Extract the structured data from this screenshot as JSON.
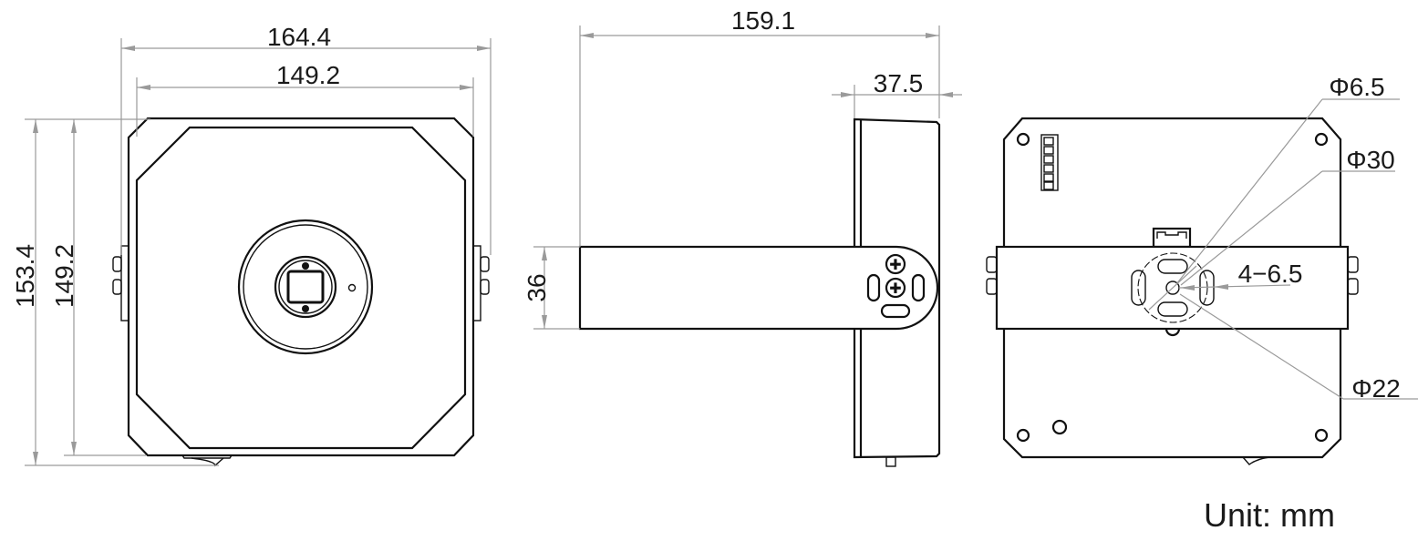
{
  "drawing": {
    "type": "technical-dimension-drawing",
    "unit_label": "Unit: mm",
    "views": [
      {
        "name": "front-view",
        "dimensions": {
          "overall_width": "164.4",
          "body_width": "149.2",
          "overall_height": "153.4",
          "body_height": "149.2"
        }
      },
      {
        "name": "side-view",
        "dimensions": {
          "overall_depth": "159.1",
          "body_depth": "37.5",
          "bracket_height": "36"
        }
      },
      {
        "name": "rear-view",
        "dimensions": {
          "center_hole": "Φ6.5",
          "bolt_circle": "Φ30",
          "slot_holes": "4-6.5",
          "inner_circle": "Φ22"
        }
      }
    ]
  },
  "labels": {
    "front_w_overall": "164.4",
    "front_w_body": "149.2",
    "front_h_overall": "153.4",
    "front_h_body": "149.2",
    "side_depth": "159.1",
    "side_body": "37.5",
    "side_bracket": "36",
    "rear_phi65": "Φ6.5",
    "rear_phi30": "Φ30",
    "rear_slots": "4−6.5",
    "rear_phi22": "Φ22",
    "unit": "Unit: mm"
  },
  "colors": {
    "line": "#111111",
    "dimension": "#9a9a9a",
    "text": "#1a1a1a",
    "background": "#ffffff"
  }
}
